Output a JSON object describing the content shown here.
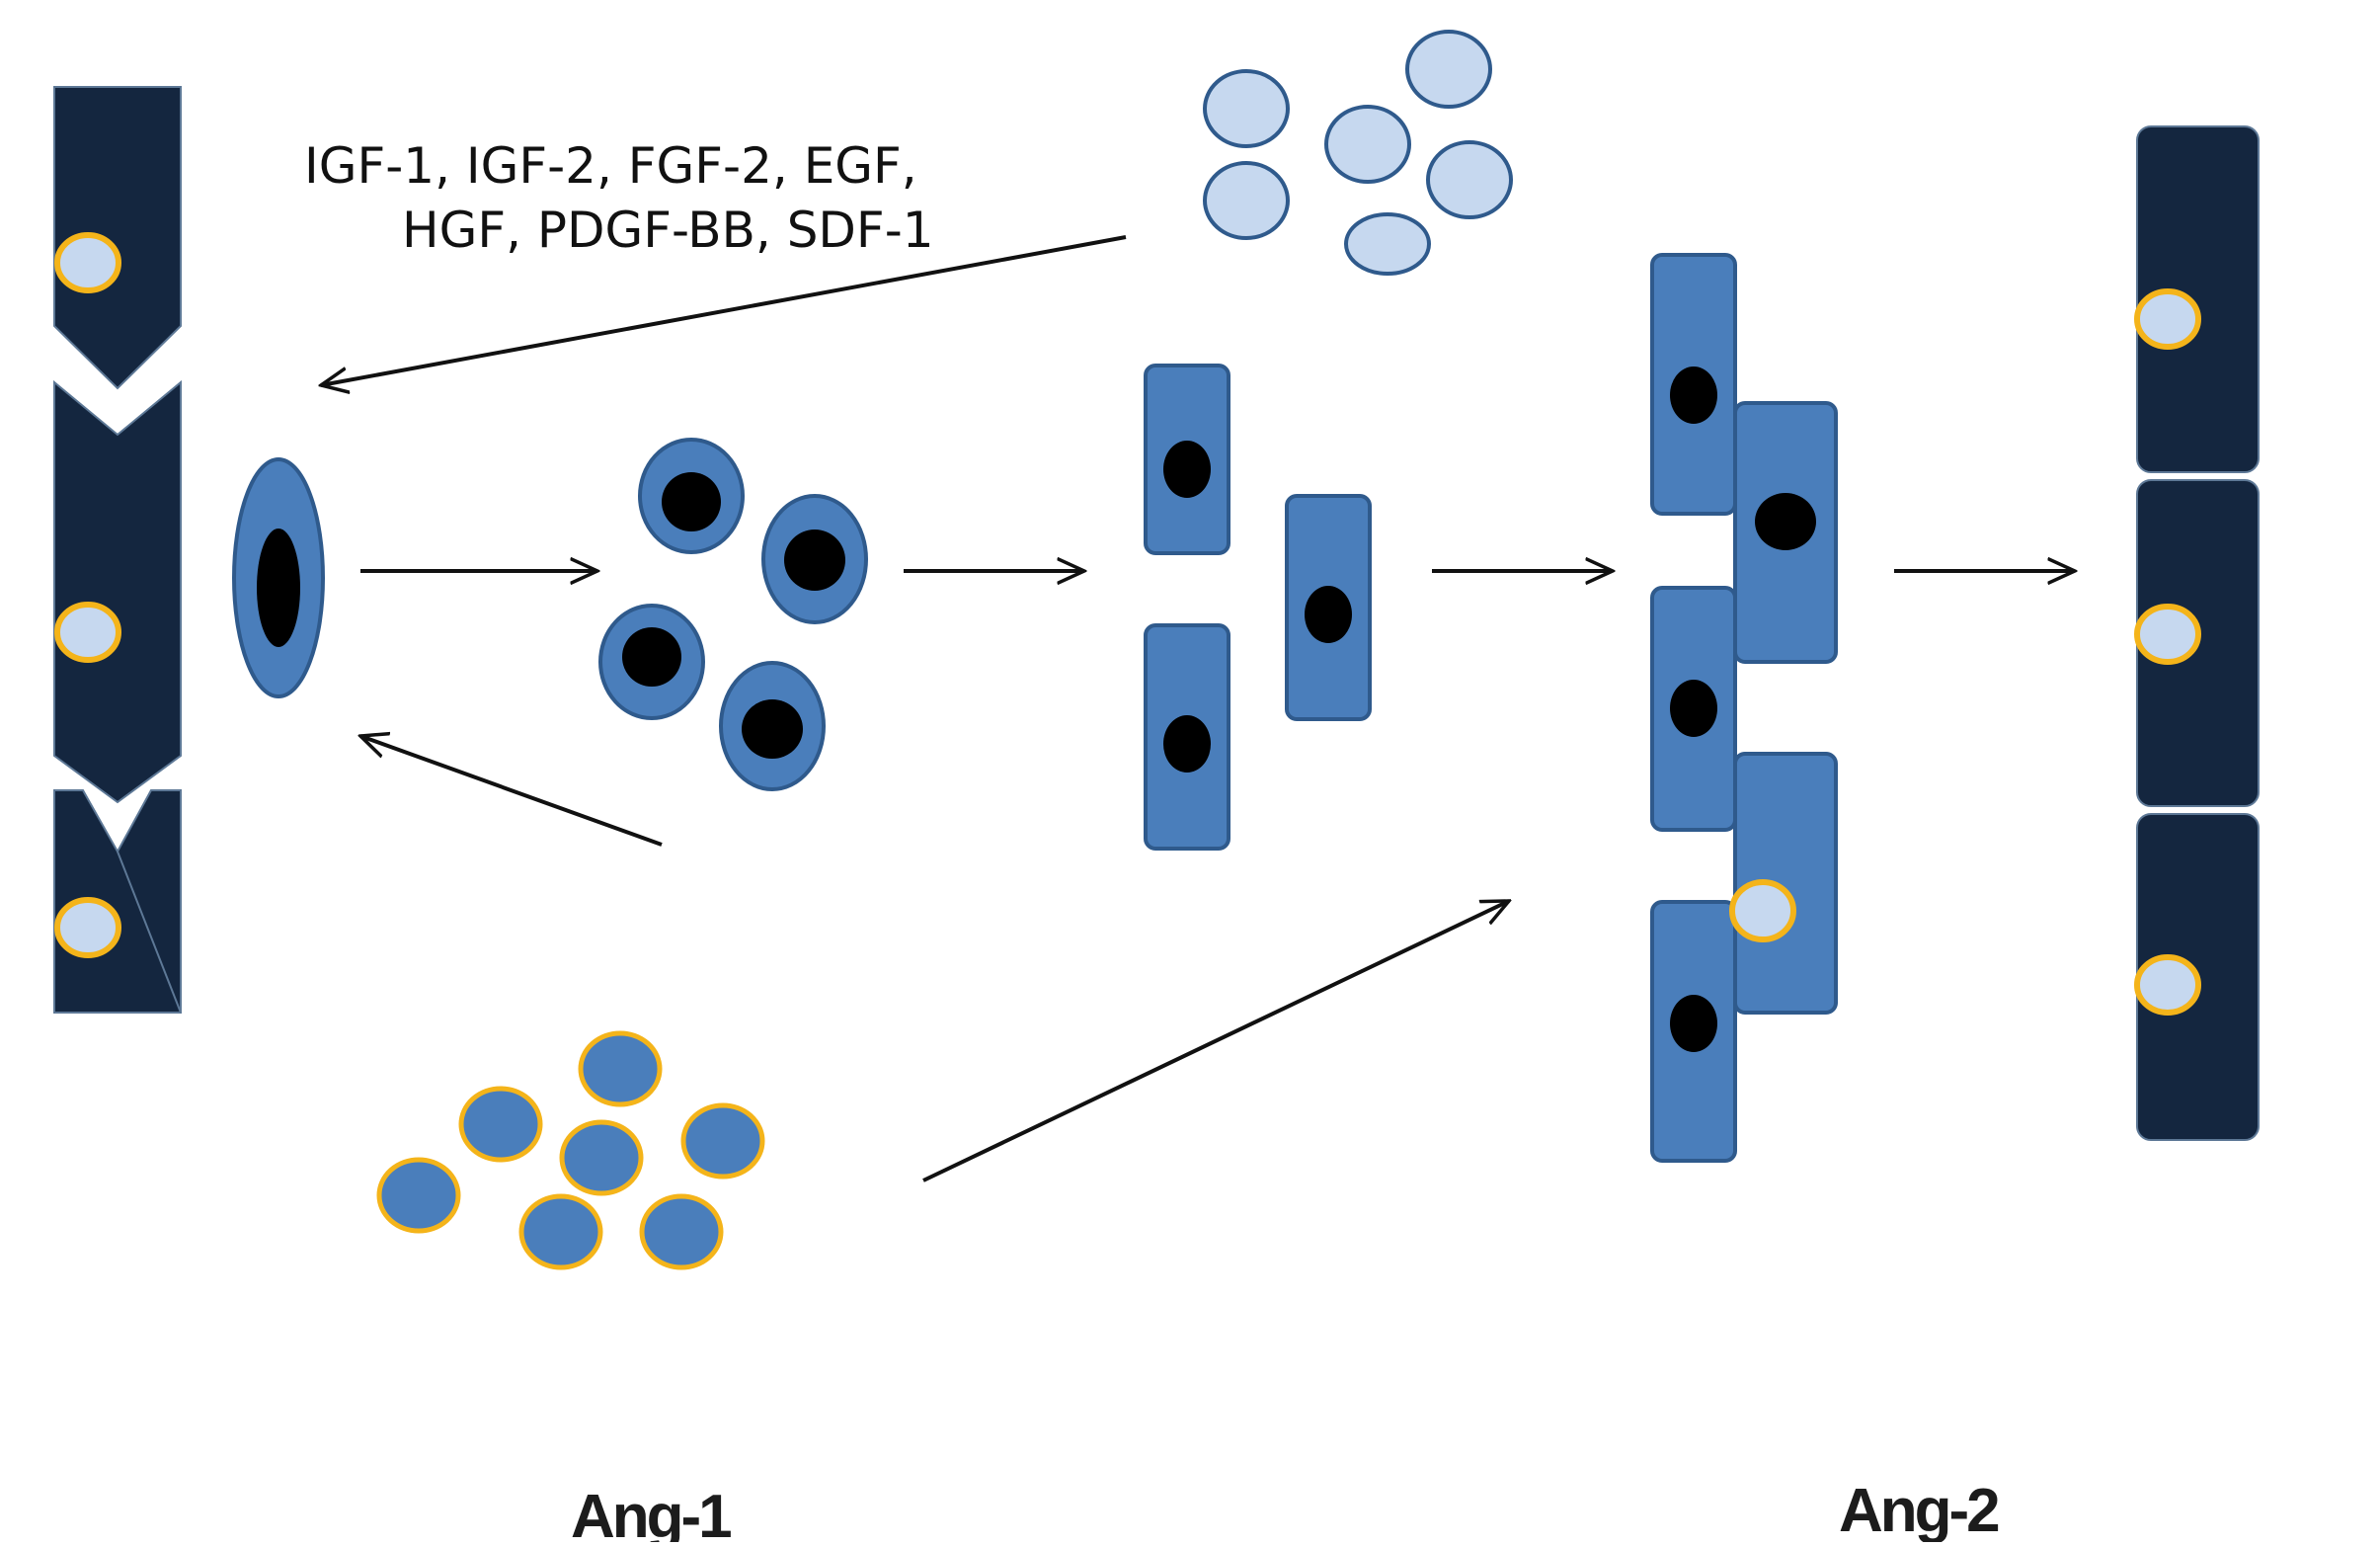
{
  "labels": {
    "growth_factors_line1": "IGF-1, IGF-2, FGF-2, EGF,",
    "growth_factors_line2": "HGF, PDGF-BB, SDF-1",
    "ang1": "Ang-1",
    "ang2": "Ang-2"
  },
  "colors": {
    "navy": "#14263f",
    "cell_blue": "#4a7ebb",
    "cell_border": "#2f5a8c",
    "light_blue": "#c6d8ef",
    "gold": "#f4b41a",
    "nucleus": "#000000",
    "arrow": "#111111"
  }
}
